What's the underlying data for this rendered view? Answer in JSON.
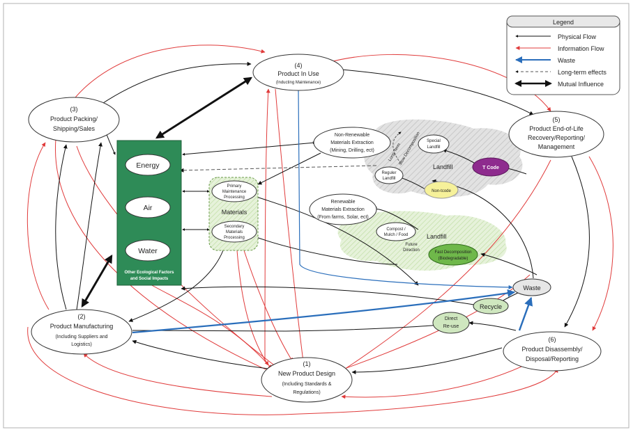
{
  "legend": {
    "title": "Legend",
    "items": [
      {
        "label": "Physical Flow",
        "color": "#111111",
        "style": "solid"
      },
      {
        "label": "Information Flow",
        "color": "#e03a3a",
        "style": "solid"
      },
      {
        "label": "Waste",
        "color": "#2a6ebb",
        "style": "solid"
      },
      {
        "label": "Long-term effects",
        "color": "#555555",
        "style": "dashed"
      },
      {
        "label": "Mutual Influence",
        "color": "#111111",
        "style": "bold"
      }
    ]
  },
  "nodes": {
    "product_in_use": {
      "line1": "(4)",
      "line2": "Product In Use",
      "line3": "(Inducting Maintenance)"
    },
    "packing": {
      "line1": "(3)",
      "line2": "Product Packing/",
      "line3": "Shipping/Sales"
    },
    "end_of_life": {
      "line1": "(5)",
      "line2": "Product End-of-Life",
      "line3": "Recovery/Reporting/",
      "line4": "Management"
    },
    "manufacturing": {
      "line1": "(2)",
      "line2": "Product Manufacturing",
      "line3": "(Including Suppliers and",
      "line4": "Logistics)"
    },
    "new_design": {
      "line1": "(1)",
      "line2": "New Product Design",
      "line3": "(Including Standards &",
      "line4": "Regulations)"
    },
    "disassembly": {
      "line1": "(6)",
      "line2": "Product Disassembly/",
      "line3": "Disposal/Reporting"
    },
    "non_renewable": {
      "line1": "Non-Renewable",
      "line2": "Materials Extraction",
      "line3": "(Mining, Drilling, ect)"
    },
    "renewable": {
      "line1": "Renewable",
      "line2": "Materials Extraction",
      "line3": "(From farms, Solar, ect)"
    },
    "primary": {
      "line1": "Primary",
      "line2": "Maintenance",
      "line3": "Processing"
    },
    "secondary": {
      "line1": "Secondary",
      "line2": "Materials",
      "line3": "Processing"
    },
    "materials_label": "Materials",
    "special_landfill": {
      "line1": "Special",
      "line2": "Landfill"
    },
    "regular_landfill": {
      "line1": "Reguler",
      "line2": "Landfill"
    },
    "compost": {
      "line1": "Compost /",
      "line2": "Mulch / Food"
    },
    "fast_decomp": {
      "line1": "Fast Decomposition",
      "line2": "(Biodegradable)"
    },
    "non_tcode": "Non-tcode",
    "t_code": "T Code",
    "waste": "Waste",
    "recycle": "Recycle",
    "direct_reuse": {
      "line1": "Direct",
      "line2": "Re-use"
    }
  },
  "env_box": {
    "energy": "Energy",
    "air": "Air",
    "water": "Water",
    "footer1": "Other Ecological Factors",
    "footer2": "and Social Impacts"
  },
  "labels": {
    "landfill_top": "Landfill",
    "landfill_bottom": "Landfill",
    "long_term": "Long-Term",
    "slow_decomp": "Slow Decomposition",
    "future1": "Future",
    "future2": "Direction"
  },
  "colors": {
    "physical": "#111111",
    "information": "#e03a3a",
    "waste": "#2a6ebb",
    "env_green": "#2e8b57",
    "materials_green": "#d9ecc8",
    "landfill_green": "#b9dc9a",
    "landfill_gray": "#dcdcdc",
    "tcode_purple": "#8e2b8e",
    "nontcode_yellow": "#f6f19a",
    "fast_green": "#6fb84a"
  }
}
